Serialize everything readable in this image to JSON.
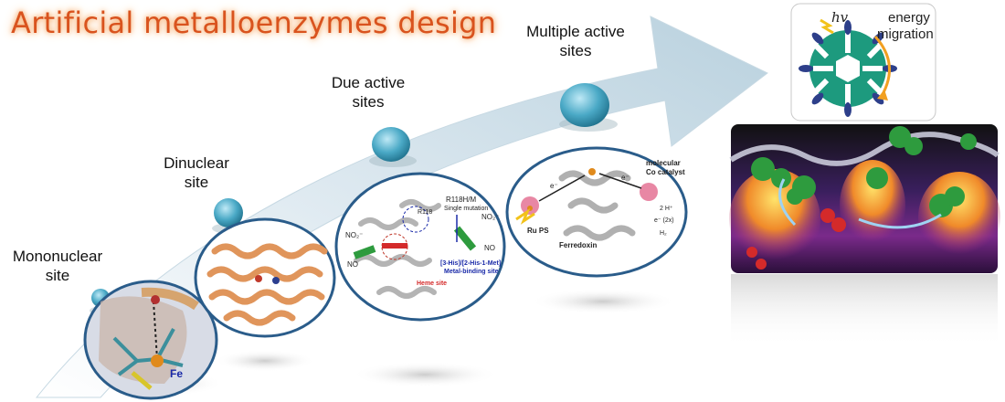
{
  "title": "Artificial metalloenzymes design",
  "stages": [
    {
      "line1": "Mononuclear",
      "line2": "site"
    },
    {
      "line1": "Dinuclear",
      "line2": "site"
    },
    {
      "line1": "Due active",
      "line2": "sites"
    },
    {
      "line1": "Multiple active",
      "line2": "sites"
    }
  ],
  "inset_labels": {
    "fe": "Fe",
    "r118": "R118",
    "r118hm": "R118H/M",
    "single_mutation": "Single mutation",
    "no2_left": "NO₂⁻",
    "no2_right": "NO₂⁻",
    "no_left": "NO",
    "no_right": "NO",
    "metal_site": "[3-His]/[2-His-1-Met]",
    "metal_site2": "Metal-binding site",
    "heme_site": "Heme site",
    "ru_ps": "Ru PS",
    "ferredoxin": "Ferredoxin",
    "molecular": "molecular",
    "co_catalyst": "Co catalyst",
    "two_h": "2 H⁺",
    "e_2x": "e⁻ (2x)",
    "h2": "H₂",
    "e1": "e⁻",
    "e2": "e⁻"
  },
  "energy": {
    "hv": "hv",
    "line1": "energy",
    "line2": "migration"
  },
  "colors": {
    "title": "#d9531e",
    "arrow": "#cfe2ec",
    "bubble": "#4aa9c6",
    "ring": "#1d9a7e"
  }
}
